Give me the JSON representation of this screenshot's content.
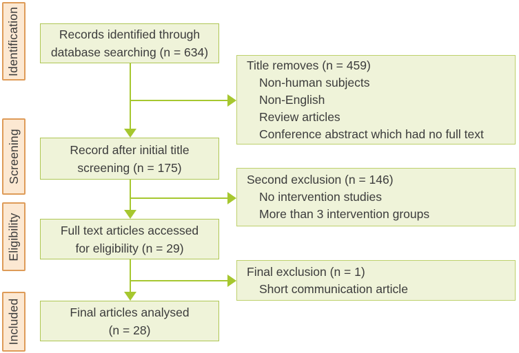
{
  "diagram": {
    "type": "prisma-flow-diagram",
    "stages": [
      {
        "label": "Identification"
      },
      {
        "label": "Screening"
      },
      {
        "label": "Eligibility"
      },
      {
        "label": "Included"
      }
    ],
    "flow_boxes": [
      {
        "lines": [
          "Records identified through",
          "database searching (n = 634)"
        ]
      },
      {
        "lines": [
          "Record after initial title",
          "screening (n = 175)"
        ]
      },
      {
        "lines": [
          "Full text articles accessed",
          "for eligibility (n = 29)"
        ]
      },
      {
        "lines": [
          "Final articles analysed",
          "(n = 28)"
        ]
      }
    ],
    "exclusion_boxes": [
      {
        "title": "Title removes (n = 459)",
        "items": [
          "Non-human subjects",
          "Non-English",
          "Review articles",
          "Conference abstract which had no full text"
        ]
      },
      {
        "title": "Second exclusion (n = 146)",
        "items": [
          "No intervention studies",
          "More than 3 intervention groups"
        ]
      },
      {
        "title": "Final exclusion (n = 1)",
        "items": [
          "Short communication article"
        ]
      }
    ],
    "colors": {
      "flow_box_fill": "#eff3d9",
      "flow_box_border": "#aec653",
      "stage_fill": "#fce8d2",
      "stage_border": "#de9b58",
      "arrow": "#a6c72f",
      "text": "#3c3c3c"
    }
  }
}
